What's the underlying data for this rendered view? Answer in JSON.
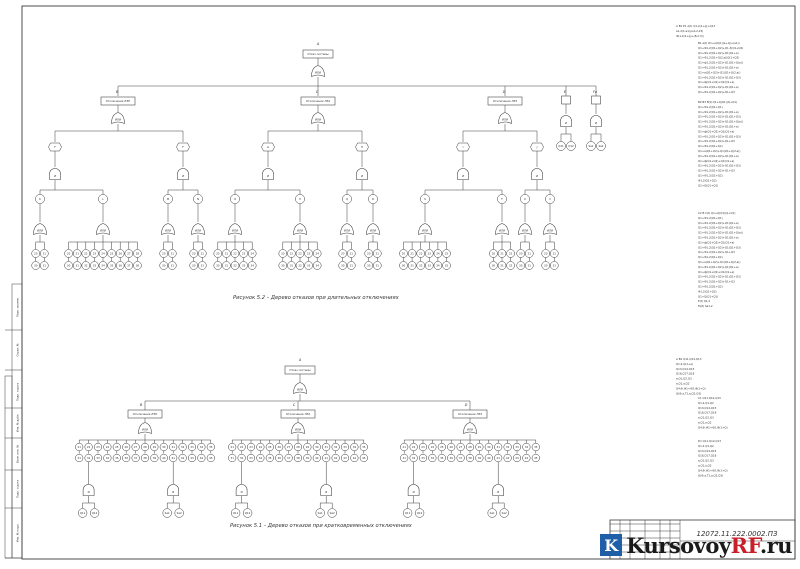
{
  "doc_code": "12072.11.222.0002.ПЗ",
  "captions": {
    "fig52": "Рисунок 5.2 – Дерево отказов при длительных отключениях",
    "fig51": "Рисунок 5.1 – Дерево отказов при кратковременных отключениях"
  },
  "tree52": {
    "top": {
      "letter": "A",
      "label": "Отказ системы",
      "gate": "ИЛИ"
    },
    "mid": [
      {
        "letter": "B",
        "label": "Отключение ЛЭП",
        "gate": "ИЛИ"
      },
      {
        "letter": "C",
        "label": "Отключение ЛЭ2",
        "gate": "ИЛИ"
      },
      {
        "letter": "D",
        "label": "Отключение ЛЭ3",
        "gate": "ИЛИ"
      },
      {
        "letter": "E",
        "label": "",
        "gate": "И"
      },
      {
        "letter": "Fa",
        "label": "",
        "gate": "И"
      }
    ],
    "mid_leaves": [
      [
        "Q11",
        "Q12"
      ],
      [
        "Sa1",
        "Sa2"
      ]
    ],
    "level3_letters": [
      "F",
      "F",
      "G",
      "H",
      "I",
      "J"
    ],
    "level4_letters": [
      "K",
      "L",
      "M",
      "N",
      "O",
      "P",
      "Q",
      "R",
      "S",
      "T",
      "U",
      "V"
    ]
  },
  "tree51": {
    "top": {
      "letter": "A",
      "label": "Отказ системы",
      "gate": "ИЛИ"
    },
    "mid": [
      {
        "letter": "B",
        "label": "Отключение ЛЭП",
        "gate": "ИЛИ"
      },
      {
        "letter": "C",
        "label": "Отключение ЛЭ2",
        "gate": "ИЛИ"
      },
      {
        "letter": "D",
        "label": "Отключение ЛЭ3",
        "gate": "ИЛИ"
      }
    ],
    "sub_gate": "И",
    "sub_leaves": [
      [
        "Q11",
        "Q12"
      ],
      [
        "Sa1",
        "Sa2"
      ]
    ]
  },
  "formula_blocks": [
    {
      "lines": [
        "A  B1  E1  A(t)  Q1,2(1+q)+Q13",
        "a1,2(1-a1)(a,b,2,23)",
        "Ф(1,2(1+q)+(8,2,3))"
      ]
    },
    {
      "lines": [
        "B1  a(t)  Q1+a(Q(1)(a+Q)+(a1))",
        "Q1+Ф1,2(Q1+Q2)+Q1,3(Q1+Q4)",
        "Q1+Ф1,2(Q1+Q2)+Q1(Q1+a)",
        "Q1+Ф1,2(Q1+Q(2,a))Q(1+Q2)",
        "Q1+ф1,2(Q1+Q2)+Q1(Q1+Q(a))",
        "Q1+Ф1,2(Q1+Q2)+Q1(Q1+a)",
        "Q1+a(Q1+Q2)+Q1(Q1+Q(2,a))",
        "Q1+Ф1,2(Q1+Q2)+Q1(Q1+Q3)",
        "Q1+ф(Q1+Q2)+Q1(Q1+a)",
        "Q1+Ф1,2(Q1+Q2)+Q1(Q1+a)",
        "Q1+Ф1,2(Q1+Q2)+Q1+Q3"
      ]
    },
    {
      "lines": [
        "B2  B3  B(t)  Q1+Q(Q1)(Q+Q1)",
        "Q1+Ф1,2(Q1+Q1)",
        "Q1+Ф1,2(Q1+Q2)+Q1(Q1+a)",
        "Q1+Ф1,2(Q1+Q2)+Q1(Q1+Q3)",
        "Q1+Ф1,2(Q1+Q2)+Q1(Q1+Q(a))",
        "Q1+Ф1,2(Q1+Q2)+Q1(Q1+a)",
        "Q1+ф(Q1+Q2)+Q1(Q1+a)",
        "Q1+Ф1,2(Q1+Q2)+Q1(Q1+Q3)",
        "Q1+Ф1,2(Q1+Q2)+Q1+Q3",
        "Q1+Ф1,2(Q1+Q2)",
        "Q1+a(Q1+Q2)+Q1(Q1+Q(2,a))",
        "Q1+Ф1,2(Q1+Q2)+Q1(Q1+a)",
        "Q1+ф(Q1+Q2)+Q1(Q1+a)",
        "Q1+Ф1,2(Q1+Q2)+Q1(Q1+Q3)",
        "Q1+Ф1,2(Q1+Q2)+Q1+Q3",
        "Q1+Ф1,2(Q1+Q2)",
        "Ф1,2(Q1+Q2)",
        "Q1+Q(Q1+Q1)"
      ]
    },
    {
      "lines": [
        "C2  B  C(t)  Q1+Q(Q1)(Q+Q1)",
        "Q1+Ф1,2(Q1+Q1)",
        "Q1+Ф1,2(Q1+Q2)+Q1(Q1+a)",
        "Q1+Ф1,2(Q1+Q2)+Q1(Q1+Q3)",
        "Q1+Ф1,2(Q1+Q2)+Q1(Q1+Q(a))",
        "Q1+Ф1,2(Q1+Q2)+Q1(Q1+a)",
        "Q1+ф(Q1+Q2)+Q1(Q1+a)",
        "Q1+Ф1,2(Q1+Q2)+Q1(Q1+Q3)",
        "Q1+Ф1,2(Q1+Q2)+Q1+Q3",
        "Q1+Ф1,2(Q1+Q2)",
        "Q1+a(Q1+Q2)+Q1(Q1+Q(2,a))",
        "Q1+Ф1,2(Q1+Q2)+Q1(Q1+a)",
        "Q1+ф(Q1+Q2)+Q1(Q1+a)",
        "Q1+Ф1,2(Q1+Q2)+Q1(Q1+Q3)",
        "Q1+Ф1,2(Q1+Q2)+Q1+Q3",
        "Q1+Ф1,2(Q1+Q2)",
        "Ф1,2(Q1+Q2)",
        "Q1+Q(Q1+Q1)",
        "E(t)  Q1,2",
        "Fa(t)  Sa1,2"
      ]
    },
    {
      "lines": [
        "A  B1  Q11,Q12,Q13",
        "Q1,2,Q(1+a)",
        "Q13,Q14,Q15",
        "Q16,Q17,Q18",
        "a,Q1,Q2,Q3",
        "a,Q1,a,Q2",
        "Q4,Ф,Ф1+Ф2,Ф(1+Q)",
        "Q(Ф,a,Т1,a,Q2,Q3)"
      ]
    },
    {
      "lines": [
        "C1  Q11,Q12,Q13",
        "Q1,2,Q1,Q2",
        "Q13,Q14,Q15",
        "Q16,Q17,Q18",
        "a,Q1,Q2,Q3",
        "a,Q1,a,Q2",
        "Q4,Ф,Ф1+Ф2,Ф(1+Q)"
      ]
    },
    {
      "lines": [
        "D1  Q11,Q12,Q13",
        "Q1,2,Q1,Q2",
        "Q13,Q14,Q15",
        "Q16,Q17,Q18",
        "a,Q1,Q2,Q3",
        "a,Q1,a,Q2",
        "Q4,Ф,Ф1+Ф2,Ф(1+Q)",
        "Q(Ф,a,Т1,a,Q2,Q3)"
      ]
    }
  ],
  "side_stamps": [
    "Перв. примен.",
    "Справ. №",
    "Подп. и дата",
    "Инв. № дубл.",
    "Взам. инв. №",
    "Подп. и дата",
    "Инв. № подл."
  ],
  "watermark": {
    "text_a": "Kursovoy",
    "text_b": "RF",
    "text_c": ".ru",
    "mark": "K"
  }
}
